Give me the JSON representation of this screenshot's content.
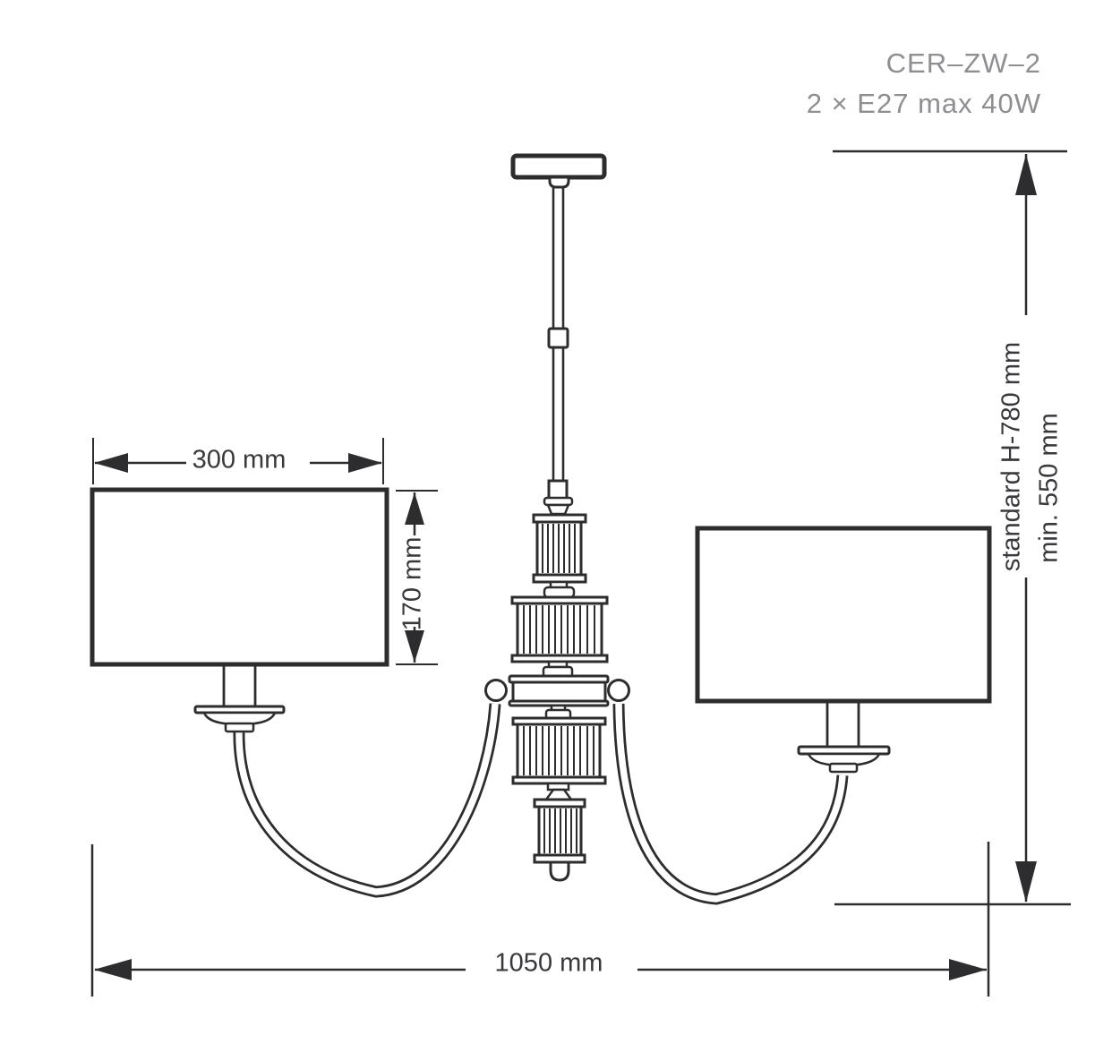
{
  "product": {
    "code": "CER–ZW–2",
    "spec": "2 × E27 max 40W"
  },
  "dimensions": {
    "shade_width": "300 mm",
    "shade_height": "170 mm",
    "overall_width": "1050 mm",
    "height_standard": "standard H-780 mm",
    "height_min": "min. 550 mm"
  },
  "colors": {
    "line_ink": "#2d2d2f",
    "header_text": "#8e8e93",
    "dimension_text": "#39393d",
    "background": "#ffffff"
  }
}
